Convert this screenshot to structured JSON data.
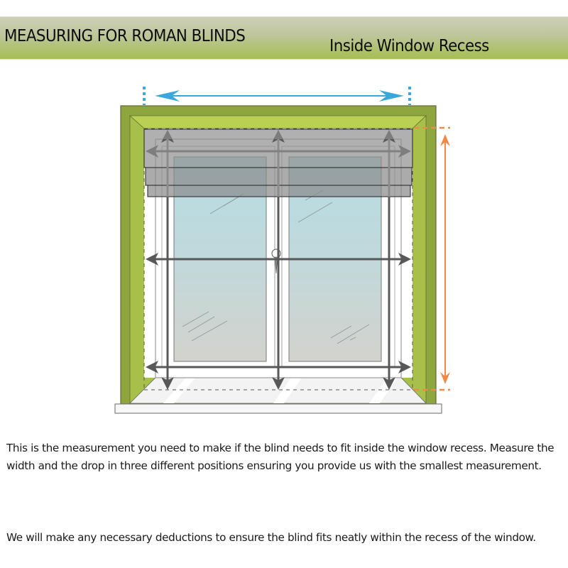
{
  "header": {
    "title": "MEASURING FOR ROMAN BLINDS",
    "subtitle": "Inside Window Recess",
    "gradient_top": "#cfcfb9",
    "gradient_bottom": "#a6bf52"
  },
  "diagram": {
    "description": "Window set inside a green wall recess with a roman blind; arrows indicate width measured at three heights and drop measured at three positions",
    "colors": {
      "wall_outer": "#8fa63f",
      "wall_reveal": "#a8c04a",
      "wall_reveal_top": "#b9d052",
      "width_arrow": "#3aa8dc",
      "drop_arrow": "#f08a4b",
      "measure_arrows": "#5a5a5a",
      "blind": "#8c8c8c",
      "glass_top": "#b7dde3",
      "glass_bottom": "#d3d2cd"
    },
    "icons": {
      "width_arrow": "double-headed-horizontal-arrow",
      "drop_arrow": "double-headed-vertical-arrow",
      "handle": "window-handle-icon"
    },
    "measure_positions": {
      "widths": [
        "top",
        "middle",
        "bottom"
      ],
      "drops": [
        "left",
        "centre",
        "right"
      ]
    }
  },
  "body": {
    "paragraph1": "This is the measurement you need to make if the blind needs to fit inside the window recess. Measure the width and the drop in three different positions ensuring you provide us with the smallest measurement.",
    "paragraph2": "We will make any necessary deductions to ensure the blind fits neatly within the recess of the window."
  }
}
